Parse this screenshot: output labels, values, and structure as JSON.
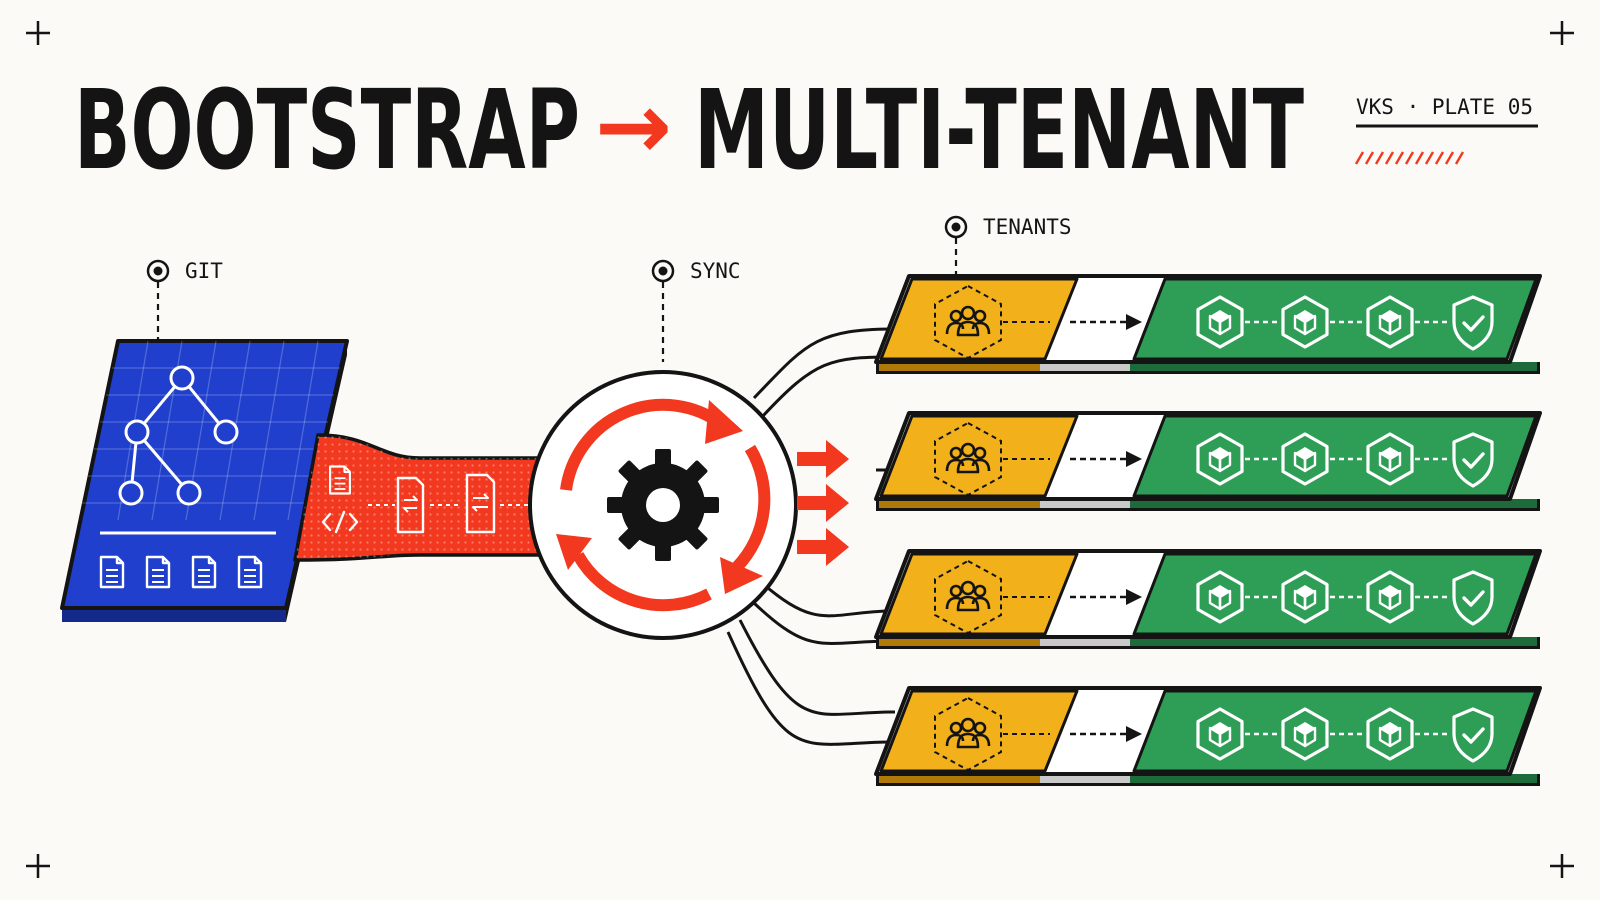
{
  "title": {
    "left": "BOOTSTRAP",
    "arrow": "→",
    "right": "MULTI-TENANT"
  },
  "plate": {
    "label": "VKS · PLATE 05"
  },
  "callouts": {
    "git": "GIT",
    "sync": "SYNC",
    "tenants": "TENANTS"
  },
  "colors": {
    "ink": "#141414",
    "git_blue": "#1f3fcc",
    "sync_red": "#f2381e",
    "tenant_amber": "#f2b01a",
    "workload_green": "#2e9e57",
    "paper": "#fbfaf6"
  },
  "icons": {
    "git_graph": "branch-graph-icon",
    "manifest": "document-icon",
    "code": "code-brackets-icon",
    "sync": "sync-cycle-icon",
    "gear": "gear-icon",
    "tenant": "people-group-icon",
    "workload": "cube-icon",
    "policy": "shield-check-icon"
  },
  "tenant_lanes": [
    {
      "workloads": 3,
      "policy": "shield-check"
    },
    {
      "workloads": 3,
      "policy": "shield-check"
    },
    {
      "workloads": 3,
      "policy": "shield-check"
    },
    {
      "workloads": 3,
      "policy": "shield-check"
    }
  ]
}
